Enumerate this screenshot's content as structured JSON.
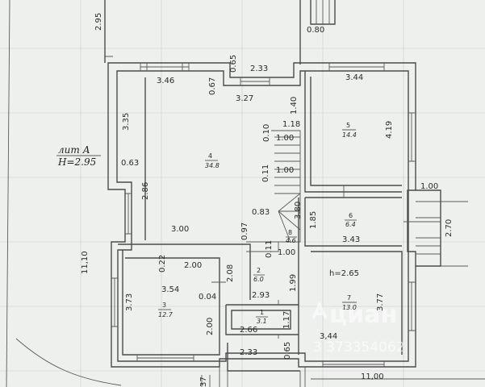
{
  "plan": {
    "letter_label": "лит А",
    "height_label": "H=2.95"
  },
  "dimensions": {
    "d_2_95": "2.95",
    "d_0_80": "0.80",
    "d_0_65_top": "0.65",
    "d_2_33_top": "2.33",
    "d_3_46": "3.46",
    "d_0_67": "0.67",
    "d_3_27": "3.27",
    "d_1_40": "1.40",
    "d_3_44_top": "3.44",
    "d_4_19": "4.19",
    "d_3_35": "3.35",
    "d_0_10": "0.10",
    "d_1_18": "1.18",
    "d_1_00_a": "1.00",
    "d_1_00_b": "1.00",
    "d_1_00_c": "1.00",
    "d_1_00_right": "1.00",
    "d_0_11_a": "0.11",
    "d_3_80": "3.80",
    "d_0_63": "0.63",
    "d_2_86": "2.86",
    "d_0_83": "0.83",
    "d_1_85": "1.85",
    "d_3_43": "3.43",
    "d_2_70": "2.70",
    "d_3_00": "3.00",
    "d_0_97": "0.97",
    "d_0_11_b": "0.11",
    "d_11_10": "11,10",
    "d_0_22": "0.22",
    "d_2_00_a": "2.00",
    "d_2_08": "2.08",
    "d_3_54": "3.54",
    "d_0_04": "0.04",
    "d_2_93": "2.93",
    "d_1_99": "1.99",
    "d_h_2_65": "h=2.65",
    "d_3_73": "3.73",
    "d_3_77": "3.77",
    "d_2_00_b": "2.00",
    "d_1_17": "1.17",
    "d_2_66": "2.66",
    "d_3_44_bottom": "3,44",
    "d_2_33_bottom": "2.33",
    "d_0_65_bottom": "0.65",
    "d_11_00": "11,00",
    "d_37": "37"
  },
  "rooms": [
    {
      "num": "4",
      "area": "34.8"
    },
    {
      "num": "5",
      "area": "14.4"
    },
    {
      "num": "6",
      "area": "6.4"
    },
    {
      "num": "8",
      "area": "4.6"
    },
    {
      "num": "2",
      "area": "6.0"
    },
    {
      "num": "3",
      "area": "12.7"
    },
    {
      "num": "1",
      "area": "3.1"
    },
    {
      "num": "7",
      "area": "13.0"
    }
  ],
  "watermark": {
    "brand": "циан",
    "phone": "3 373354062"
  },
  "colors": {
    "paper": "#eef0ee",
    "lines": "#4b4b4b",
    "watermark": "#ffffff"
  }
}
